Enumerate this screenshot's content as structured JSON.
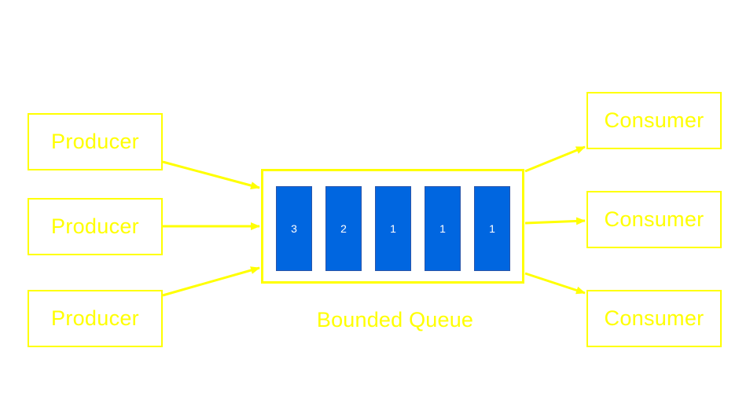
{
  "producers": [
    {
      "label": "Producer"
    },
    {
      "label": "Producer"
    },
    {
      "label": "Producer"
    }
  ],
  "consumers": [
    {
      "label": "Consumer"
    },
    {
      "label": "Consumer"
    },
    {
      "label": "Consumer"
    }
  ],
  "queue": {
    "label": "Bounded Queue",
    "slots": [
      "3",
      "2",
      "1",
      "1",
      "1"
    ]
  },
  "colors": {
    "outline": "#ffff00",
    "slot_fill": "#0066e0",
    "slot_text": "#ffffff",
    "background": "#ffffff"
  }
}
